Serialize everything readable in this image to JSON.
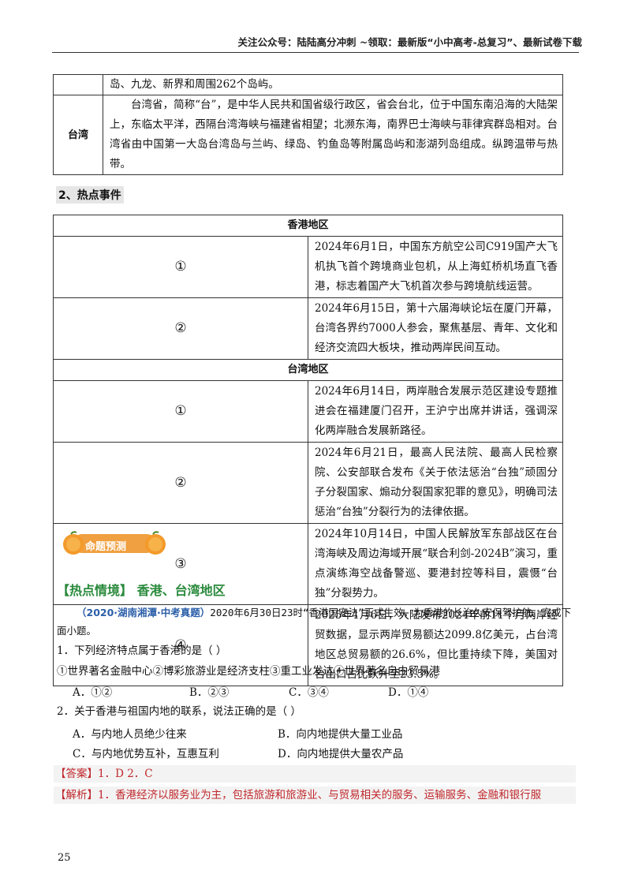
{
  "header": {
    "text": "关注公众号：陆陆高分冲刺  ~领取：最新版“小中高考-总复习”、最新试卷下载"
  },
  "region_table": {
    "row1_text": "岛、九龙、新界和周围262个岛屿。",
    "row2_key": "台湾",
    "row2_text": "台湾省，简称“台”，是中华人民共和国省级行政区，省会台北，位于中国东南沿海的大陆架上，东临太平洋，西隔台湾海峡与福建省相望；北濒东海，南界巴士海峡与菲律宾群岛相对。台湾省由中国第一大岛台湾岛与兰屿、绿岛、钓鱼岛等附属岛屿和澎湖列岛组成。纵跨温带与热带。"
  },
  "section2_title": "2、热点事件",
  "events": {
    "hk_header": "香港地区",
    "hk_rows": [
      {
        "num": "①",
        "text": "2024年6月1日，中国东方航空公司C919国产大飞机执飞首个跨境商业包机，从上海虹桥机场直飞香港，标志着国产大飞机首次参与跨境航线运营。"
      },
      {
        "num": "②",
        "text": "2024年6月15日，第十六届海峡论坛在厦门开幕，台湾各界约7000人参会，聚焦基层、青年、文化和经济交流四大板块，推动两岸民间互动。"
      }
    ],
    "tw_header": "台湾地区",
    "tw_rows": [
      {
        "num": "①",
        "text": "2024年6月14日，两岸融合发展示范区建设专题推进会在福建厦门召开，王沪宁出席并讲话，强调深化两岸融合发展新路径。"
      },
      {
        "num": "②",
        "text": "2024年6月21日，最高人民法院、最高人民检察院、公安部联合发布《关于依法惩治“台独”顽固分子分裂国家、煽动分裂国家犯罪的意见》，明确司法惩治“台独”分裂行为的法律依据。"
      },
      {
        "num": "③",
        "text": "2024年10月14日，中国人民解放军东部战区在台湾海峡及周边海域开展“联合利剑-2024B”演习，重点演练海空战备警巡、要港封控等科目，震慑“台独”分裂势力。"
      },
      {
        "num": "④",
        "text": "2025年1月6日，大陆发布2024年前11个月两岸经贸数据，显示两岸贸易额达2099.8亿美元，占台湾地区总贸易额的26.6%，但比重持续下降，美国对台出口占比跃升至23.5%。"
      }
    ]
  },
  "badge_label": "命题预测",
  "hot_title": "【热点情境】 香港、台湾地区",
  "question": {
    "source": "（2020·湖南湘潭·中考真题）",
    "intro": "2020年6月30日23时“香港国安法”正式生效，为香港的长治久安保驾护航。完成下面小题。",
    "q1": "1．下列经济特点属于香港的是（    ）",
    "q1_items": "①世界著名金融中心②博彩旅游业是经济支柱③重工业发达④世界著名自由贸易港",
    "q1_options": [
      "A．①②",
      "B．②③",
      "C．③④",
      "D．①④"
    ],
    "q2": "2．关于香港与祖国内地的联系，说法正确的是（    ）",
    "q2_options": [
      "A．与内地人员绝少往来",
      "B．向内地提供大量工业品",
      "C．与内地优势互补，互惠互利",
      "D．向内地提供大量农产品"
    ]
  },
  "answer": "【答案】1．D     2．C",
  "explanation": "【解析】1．香港经济以服务业为主，包括旅游和旅游业、与贸易相关的服务、运输服务、金融和银行服",
  "page_number": "25",
  "colors": {
    "hot_title": "#2a8a3c",
    "source": "#2a5ea8",
    "answer": "#c0282c",
    "badge": "#f0a040"
  }
}
